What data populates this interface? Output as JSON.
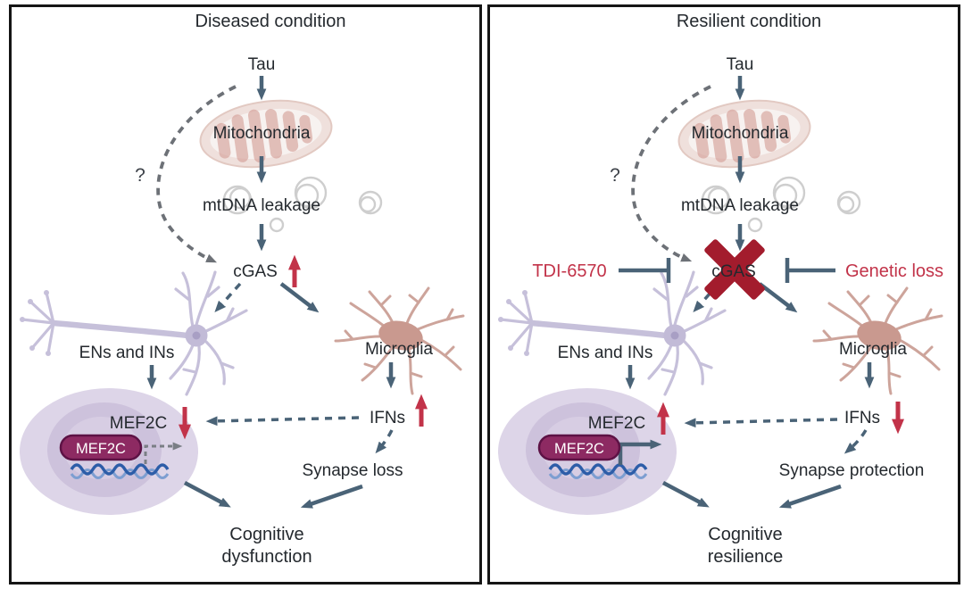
{
  "colors": {
    "arrow_slate": "#4a6377",
    "dashed_gray": "#6d7177",
    "red_accent": "#c23349",
    "red_x": "#a31c2d",
    "text": "#24292e",
    "neuron_lavender": "#c6c0da",
    "microglia_rose": "#cda49b",
    "cell_fill": "#ddd5e8",
    "nucleus_fill": "#cdc2dc",
    "pill_fill": "#8d2a62",
    "pill_stroke": "#5d1245",
    "dna_blue": "#2d5da8",
    "mitochondria_fill": "#ecd9d4",
    "panel_border": "#151515"
  },
  "icons": {
    "up_arrow": "increase-indicator",
    "down_arrow": "decrease-indicator",
    "red_x": "blocked-indicator",
    "t_bar": "inhibition-indicator",
    "dashed_question_arrow": "uncertain-pathway"
  },
  "panels": {
    "diseased": {
      "title": "Diseased condition",
      "tau": "Tau",
      "mitochondria": "Mitochondria",
      "mtdna_leakage": "mtDNA leakage",
      "cgas": "cGAS",
      "cgas_change": "increase",
      "question_mark": "?",
      "neurons_label": "ENs and INs",
      "microglia_label": "Microglia",
      "mef2c_label": "MEF2C",
      "mef2c_change": "decrease",
      "mef2c_gene_pill": "MEF2C",
      "ifns_label": "IFNs",
      "ifns_change": "increase",
      "synapse_label": "Synapse loss",
      "outcome_line1": "Cognitive",
      "outcome_line2": "dysfunction"
    },
    "resilient": {
      "title": "Resilient condition",
      "tau": "Tau",
      "mitochondria": "Mitochondria",
      "mtdna_leakage": "mtDNA leakage",
      "cgas": "cGAS",
      "cgas_change": "blocked",
      "question_mark": "?",
      "tdi_label": "TDI-6570",
      "genetic_loss_label": "Genetic loss",
      "neurons_label": "ENs and INs",
      "microglia_label": "Microglia",
      "mef2c_label": "MEF2C",
      "mef2c_change": "increase",
      "mef2c_gene_pill": "MEF2C",
      "ifns_label": "IFNs",
      "ifns_change": "decrease",
      "synapse_label": "Synapse protection",
      "outcome_line1": "Cognitive",
      "outcome_line2": "resilience"
    }
  }
}
